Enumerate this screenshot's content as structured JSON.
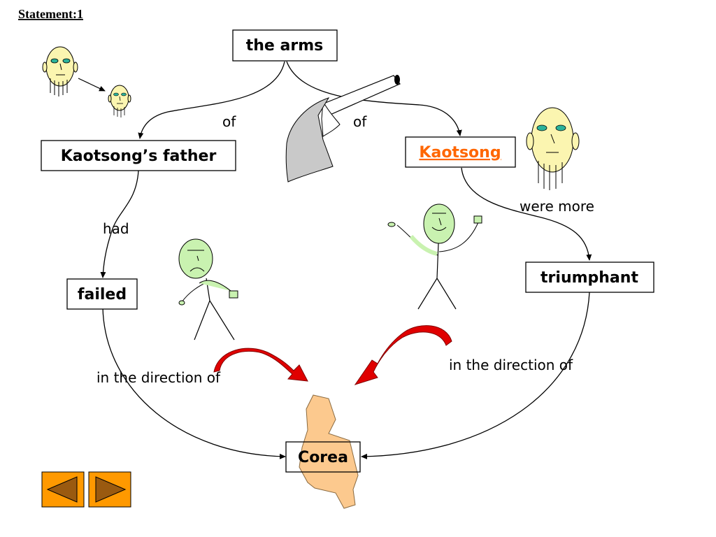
{
  "heading": "Statement:1",
  "nodes": {
    "the_arms": "the arms",
    "kaotsong_father": "Kaotsong’s father",
    "kaotsong": "Kaotsong",
    "failed": "failed",
    "triumphant": "triumphant",
    "corea": "Corea"
  },
  "edges": {
    "of_left": "of",
    "of_right": "of",
    "had": "had",
    "were_more": "were more",
    "direction_left": "in the direction of",
    "direction_right": "in the direction of"
  },
  "colors": {
    "link": "#ff6600",
    "map_fill": "#fcc98e",
    "arrow_red": "#e00000",
    "face_yellow": "#fbf5b0",
    "face_green": "#c9f2b0",
    "button_orange": "#ff9900",
    "button_arrow": "#9a5a10"
  },
  "icons": {
    "prev": "triangle-left-icon",
    "next": "triangle-right-icon"
  }
}
